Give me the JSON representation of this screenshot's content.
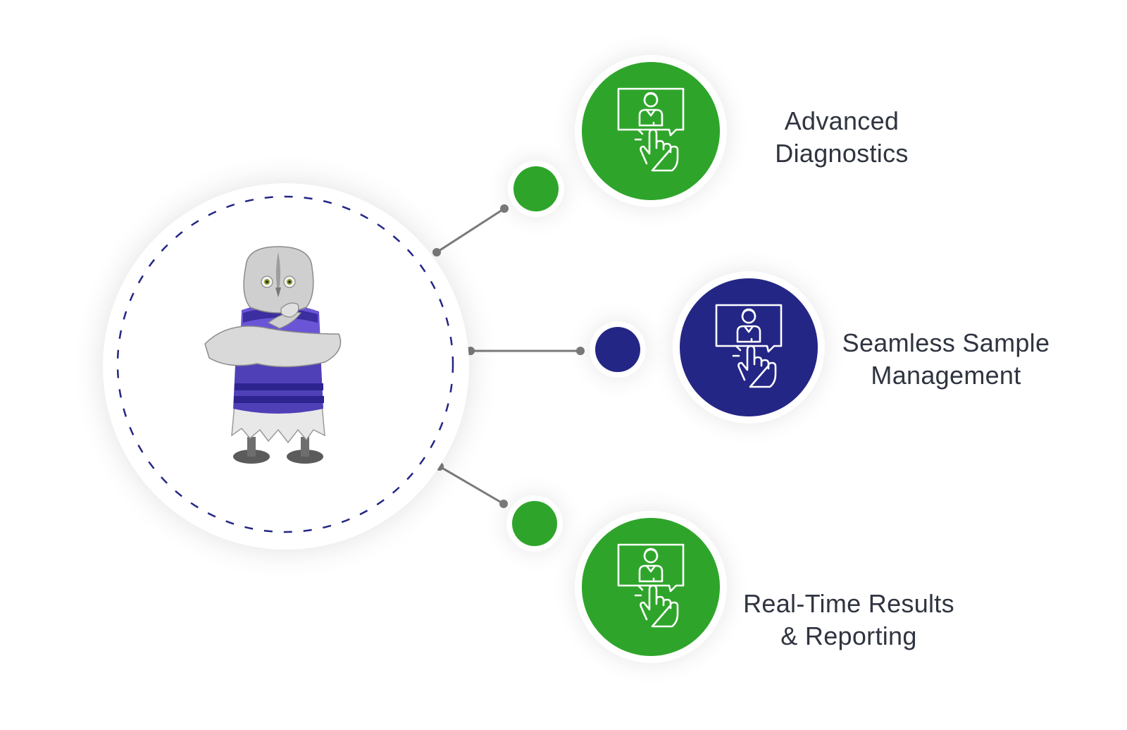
{
  "colors": {
    "green": "#2ea52a",
    "navy": "#242685",
    "connector": "#7a7a7a",
    "ring_dash": "#242685",
    "label_text": "#2f3440"
  },
  "center": {
    "image": "owl-mascot"
  },
  "features": [
    {
      "icon": "video-consultation-touch-icon",
      "color": "green",
      "label_lines": [
        "Advanced",
        "Diagnostics"
      ]
    },
    {
      "icon": "video-consultation-touch-icon",
      "color": "navy",
      "label_lines": [
        "Seamless Sample",
        "Management"
      ]
    },
    {
      "icon": "video-consultation-touch-icon",
      "color": "green",
      "label_lines": [
        "Real-Time Results",
        "& Reporting"
      ]
    }
  ]
}
